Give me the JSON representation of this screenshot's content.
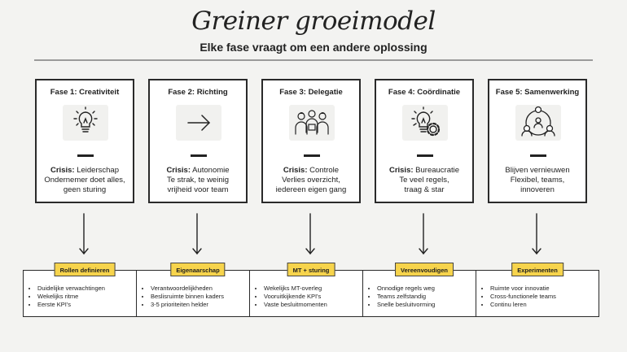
{
  "title": "Greiner groeimodel",
  "subtitle": "Elke fase vraagt om een andere oplossing",
  "phases": [
    {
      "title": "Fase 1: Creativiteit",
      "icon": "lightbulb-icon",
      "crisis_label": "Crisis:",
      "crisis": "Leiderschap",
      "lines": [
        "Ondernemer doet alles,",
        "geen sturing"
      ],
      "action_title": "Rollen definieren",
      "actions": [
        "Duidelijke verwachtingen",
        "Wekelijks ritme",
        "Eerste KPI's"
      ]
    },
    {
      "title": "Fase 2: Richting",
      "icon": "arrow-right-icon",
      "crisis_label": "Crisis:",
      "crisis": "Autonomie",
      "lines": [
        "Te strak, te weinig",
        "vrijheid voor team"
      ],
      "action_title": "Eigenaarschap",
      "actions": [
        "Verantwoordelijkheden",
        "Beslisruimte binnen kaders",
        "3-5 prioriteiten helder"
      ]
    },
    {
      "title": "Fase 3: Delegatie",
      "icon": "team-people-icon",
      "crisis_label": "Crisis:",
      "crisis": "Controle",
      "lines": [
        "Verlies overzicht,",
        "iedereen eigen gang"
      ],
      "action_title": "MT + sturing",
      "actions": [
        "Wekelijks MT-overleg",
        "Vooruitkijkende KPI's",
        "Vaste besluitmomenten"
      ]
    },
    {
      "title": "Fase 4: Coördinatie",
      "icon": "lightbulb-gear-icon",
      "crisis_label": "Crisis:",
      "crisis": "Bureaucratie",
      "lines": [
        "Te veel regels,",
        "traag & star"
      ],
      "action_title": "Vereenvoudigen",
      "actions": [
        "Onnodige regels weg",
        "Teams zelfstandig",
        "Snelle besluitvorming"
      ]
    },
    {
      "title": "Fase 5: Samenwerking",
      "icon": "network-people-icon",
      "crisis_label": "",
      "crisis": "",
      "lines": [
        "Blijven vernieuwen",
        "Flexibel, teams,",
        "innoveren"
      ],
      "action_title": "Experimenten",
      "actions": [
        "Ruimte voor innovatie",
        "Cross-functionele teams",
        "Continu leren"
      ]
    }
  ],
  "colors": {
    "background": "#f3f3f1",
    "accent": "#f7d44c",
    "border": "#2a2a2a"
  }
}
